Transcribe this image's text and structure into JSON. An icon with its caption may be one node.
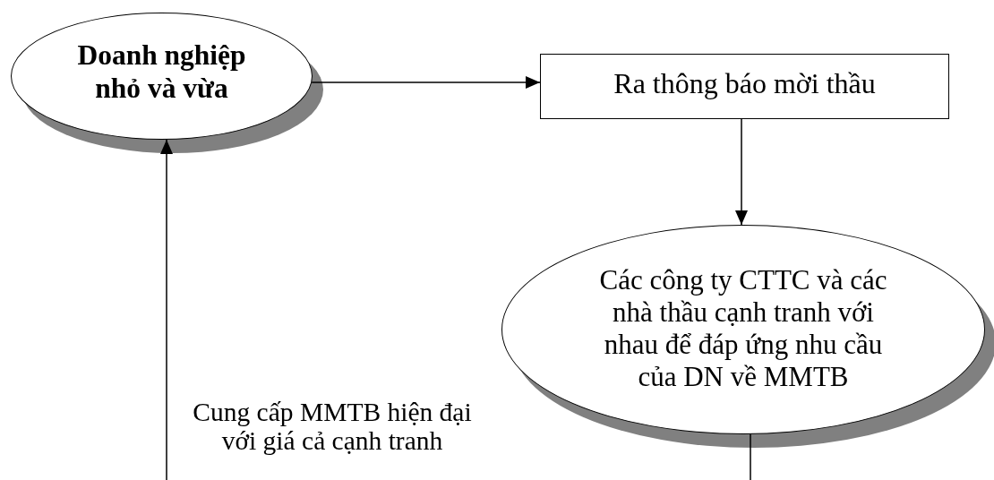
{
  "diagram": {
    "nodes": [
      {
        "text": [
          "Doanh nghiệp nhỏ và vừa"
        ]
      },
      {
        "text": [
          "Ra thông báo mời thầu"
        ]
      },
      {
        "text": [
          "Các công ty CTTC và các nhà thầu cạnh tranh với nhau để đáp ứng nhu cầu của DN về MMTB"
        ]
      }
    ],
    "edges": [
      {
        "from": 0,
        "to": 1,
        "arrow": "to"
      },
      {
        "from": 1,
        "to": 2,
        "arrow": "to"
      },
      {
        "from": 2,
        "to": null,
        "arrow": "none"
      },
      {
        "from": null,
        "to": 0,
        "arrow": "to",
        "label": "Cung cấp MMTB hiện đại với giá cả cạnh tranh"
      }
    ]
  }
}
